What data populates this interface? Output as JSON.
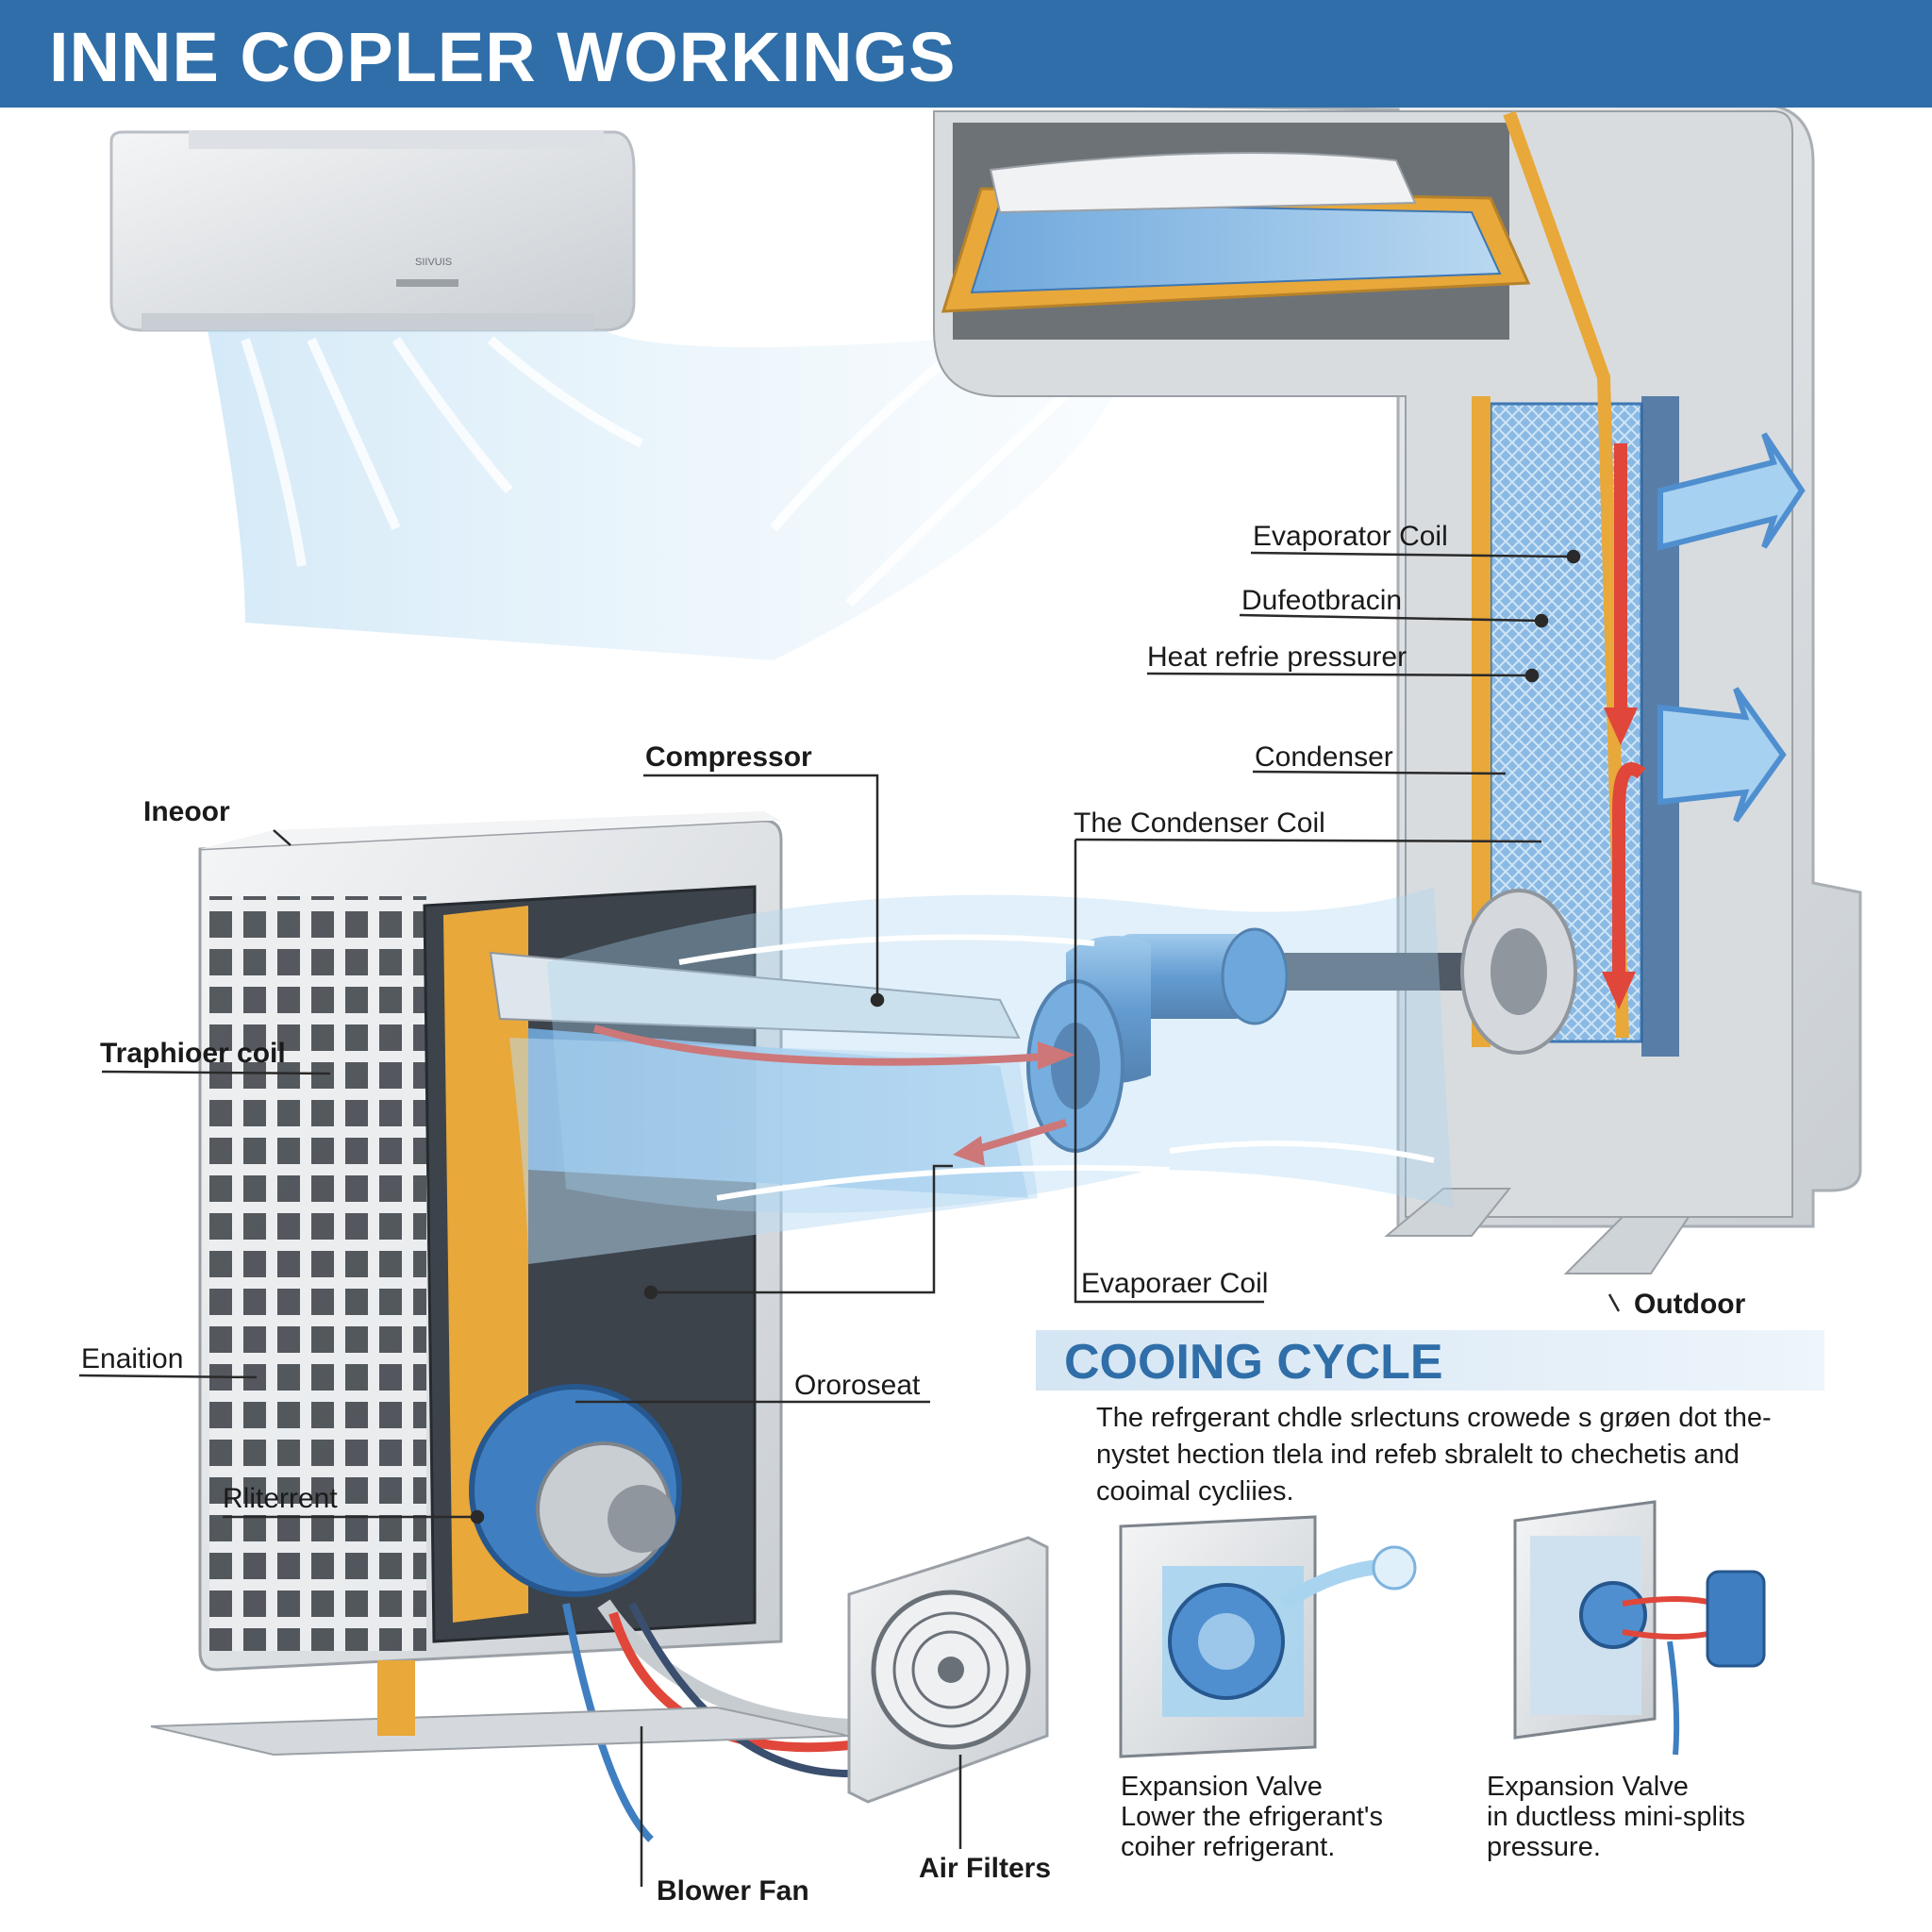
{
  "header": {
    "title": "INNE COPLER WORKINGS"
  },
  "indoor_unit": {
    "brand": "SIIVUIS"
  },
  "labels": {
    "evaporator_coil_top": "Evaporator Coil",
    "dufeotbracin": "Dufeotbracin",
    "heat_refrie_pressurer": "Heat refrie pressurer",
    "condenser": "Condenser",
    "the_condenser_coil": "The Condenser Coil",
    "compressor": "Compressor",
    "ineoor": "Ineoor",
    "traphioer_coil": "Traphioer coil",
    "enaition": "Enaition",
    "ororoseat": "Ororoseat",
    "rliterrent": "Rliterrent",
    "evaporaer_coil": "Evaporaer Coil",
    "outdoor": "Outdoor",
    "blower_fan": "Blower Fan",
    "air_filters": "Air Filters"
  },
  "cycle": {
    "title": "COOING CYCLE",
    "text": "The refrgerant chdle srlectuns crowede s grøen dot the- nystet hection tlela ind refeb sbralelt to chechetis and cooimal cycliies."
  },
  "panels": [
    {
      "line1": "Expansion Valve",
      "line2": "Lower the efrigerant's",
      "line3": "coiher refrigerant."
    },
    {
      "line1": "Expansion Valve",
      "line2": "in ductless mini-splits",
      "line3": "pressure."
    }
  ],
  "colors": {
    "banner": "#2f6ea8",
    "air_flow": "#8fc4e8",
    "hot_refrigerant": "#e0463a",
    "frame_orange": "#e8a83a",
    "coil_blue": "#4f8fcf",
    "casing_grey": "#e4e7ea"
  }
}
